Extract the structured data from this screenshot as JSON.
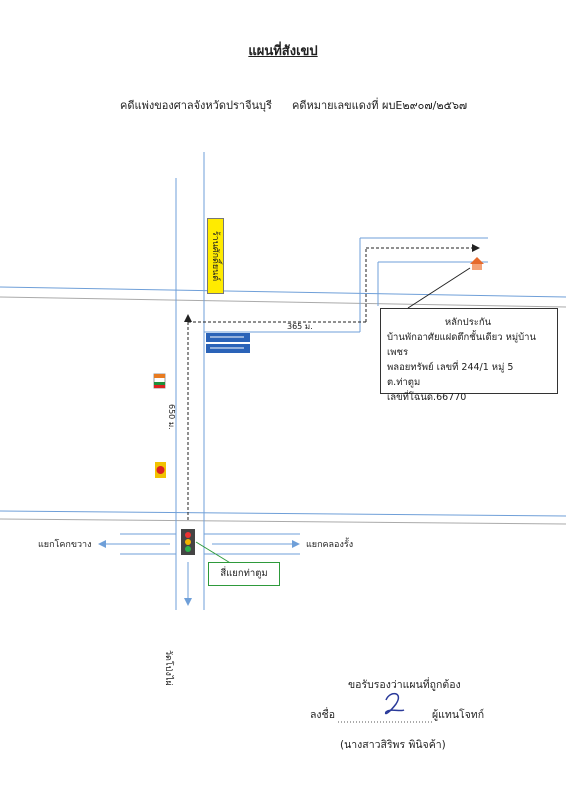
{
  "header": {
    "title": "แผนที่สังเขป",
    "court": "คดีแพ่งของศาลจังหวัดปราจีนบุรี",
    "case_number": "คดีหมายเลขแดงที่  ผบE๒๙๐๗/๒๕๖๗"
  },
  "map": {
    "shop_sign": "ร้านศักดิ์ยนต์",
    "distance_vertical": "650 ม.",
    "distance_horizontal": "365 ม.",
    "left_road": "แยกโคกขวาง",
    "right_road": "แยกคลองรั้ง",
    "down_road": "วัดโป่งไผ่",
    "intersection": "สี่แยกท่าตูม",
    "colors": {
      "road_blue": "#6f9fd8",
      "route_black": "#222222",
      "box_green": "#2e9a3b",
      "sign_yellow": "#ffeb00"
    }
  },
  "collateral": {
    "heading": "หลักประกัน",
    "line1": "บ้านพักอาศัยแฝดตึกชั้นเดียว หมู่บ้านเพชร",
    "line2": "พลอยทรัพย์ เลขที่ 244/1 หมู่ 5  ต.ท่าตูม",
    "line3": "เลขที่โฉนด.66770"
  },
  "footer": {
    "certify": "ขอรับรองว่าแผนที่ถูกต้อง",
    "sign_label": "ลงชื่อ",
    "representative": "ผู้แทนโจทก์",
    "signer": "(นางสาวสิริพร  พินิจค้า)"
  }
}
